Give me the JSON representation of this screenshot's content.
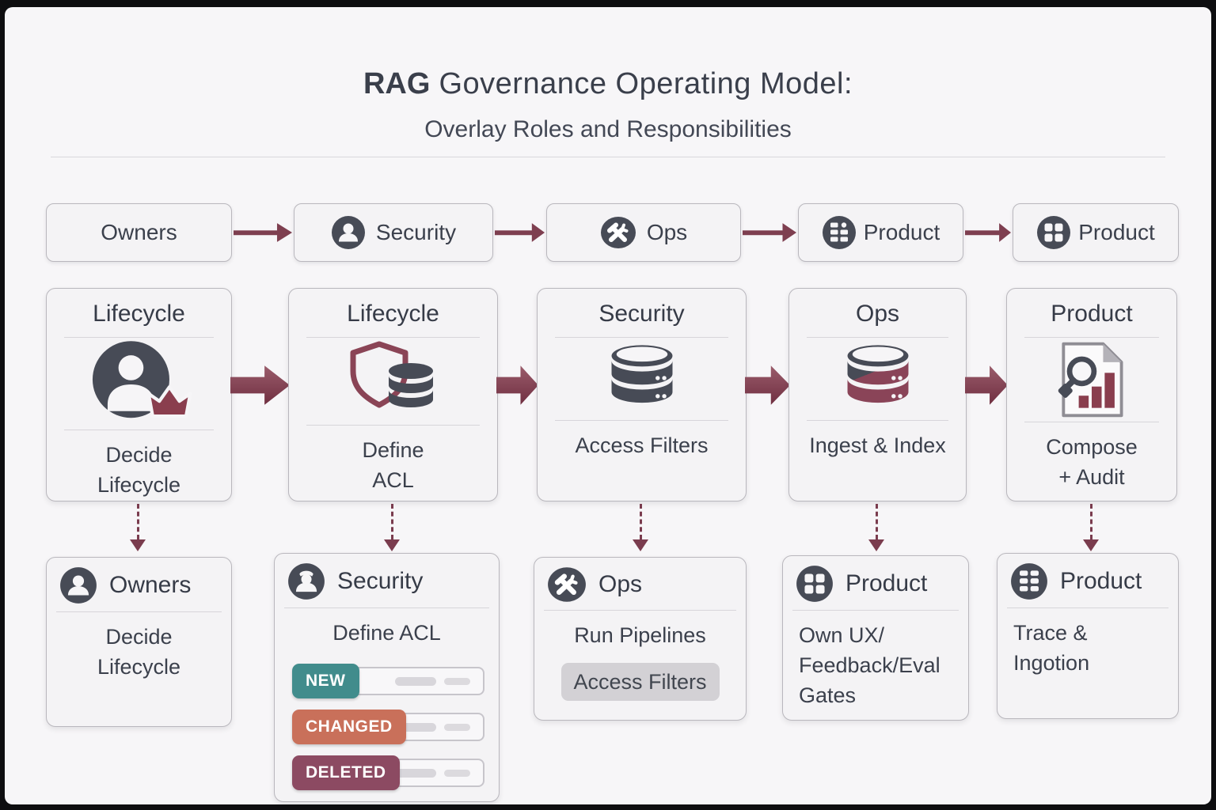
{
  "title": {
    "prefix": "RAG",
    "rest": " Governance Operating Model:",
    "subtitle": "Overlay Roles and Responsibilities"
  },
  "colors": {
    "background": "#f7f6f8",
    "frame": "#0e0e10",
    "box_bg": "#f4f3f5",
    "box_border": "#b9b7bd",
    "text": "#3b404c",
    "arrow_maroon": "#7e3f50",
    "icon_dark": "#474b56",
    "icon_maroon": "#8a3e4e",
    "badge_new": "#418c8c",
    "badge_changed": "#c9705a",
    "badge_deleted": "#8c4a62",
    "button_bg": "#d3d1d5"
  },
  "top_row": [
    {
      "label": "Owners",
      "icon": "none"
    },
    {
      "label": "Security",
      "icon": "person-icon"
    },
    {
      "label": "Ops",
      "icon": "tools-icon"
    },
    {
      "label": "Product",
      "icon": "grid-table-icon"
    },
    {
      "label": "Product",
      "icon": "grid-2x2-icon"
    }
  ],
  "middle_row": [
    {
      "title": "Lifecycle",
      "icon": "person-crown-icon",
      "caption1": "Decide",
      "caption2": "Lifecycle"
    },
    {
      "title": "Lifecycle",
      "icon": "shield-database-icon",
      "caption1": "Define",
      "caption2": "ACL"
    },
    {
      "title": "Security",
      "icon": "database-icon",
      "caption1": "Access Filters",
      "caption2": ""
    },
    {
      "title": "Ops",
      "icon": "database-two-tone-icon",
      "caption1": "Ingest & Index",
      "caption2": ""
    },
    {
      "title": "Product",
      "icon": "audit-document-icon",
      "caption1": "Compose",
      "caption2": "+ Audit"
    }
  ],
  "bottom_row": [
    {
      "title": "Owners",
      "icon": "person-icon",
      "line1": "Decide",
      "line2": "Lifecycle"
    },
    {
      "title": "Security",
      "icon": "person-cap-icon",
      "line1": "Define ACL",
      "badges": [
        {
          "label": "NEW"
        },
        {
          "label": "CHANGED"
        },
        {
          "label": "DELETED"
        }
      ]
    },
    {
      "title": "Ops",
      "icon": "tools-icon",
      "line1": "Run Pipelines",
      "button_label": "Access Filters"
    },
    {
      "title": "Product",
      "icon": "grid-2x2-icon",
      "line1": "Own UX/",
      "line2": "Feedback/Eval",
      "line3": "Gates"
    },
    {
      "title": "Product",
      "icon": "grid-table-icon",
      "line1": "Trace & Ingotion"
    }
  ]
}
